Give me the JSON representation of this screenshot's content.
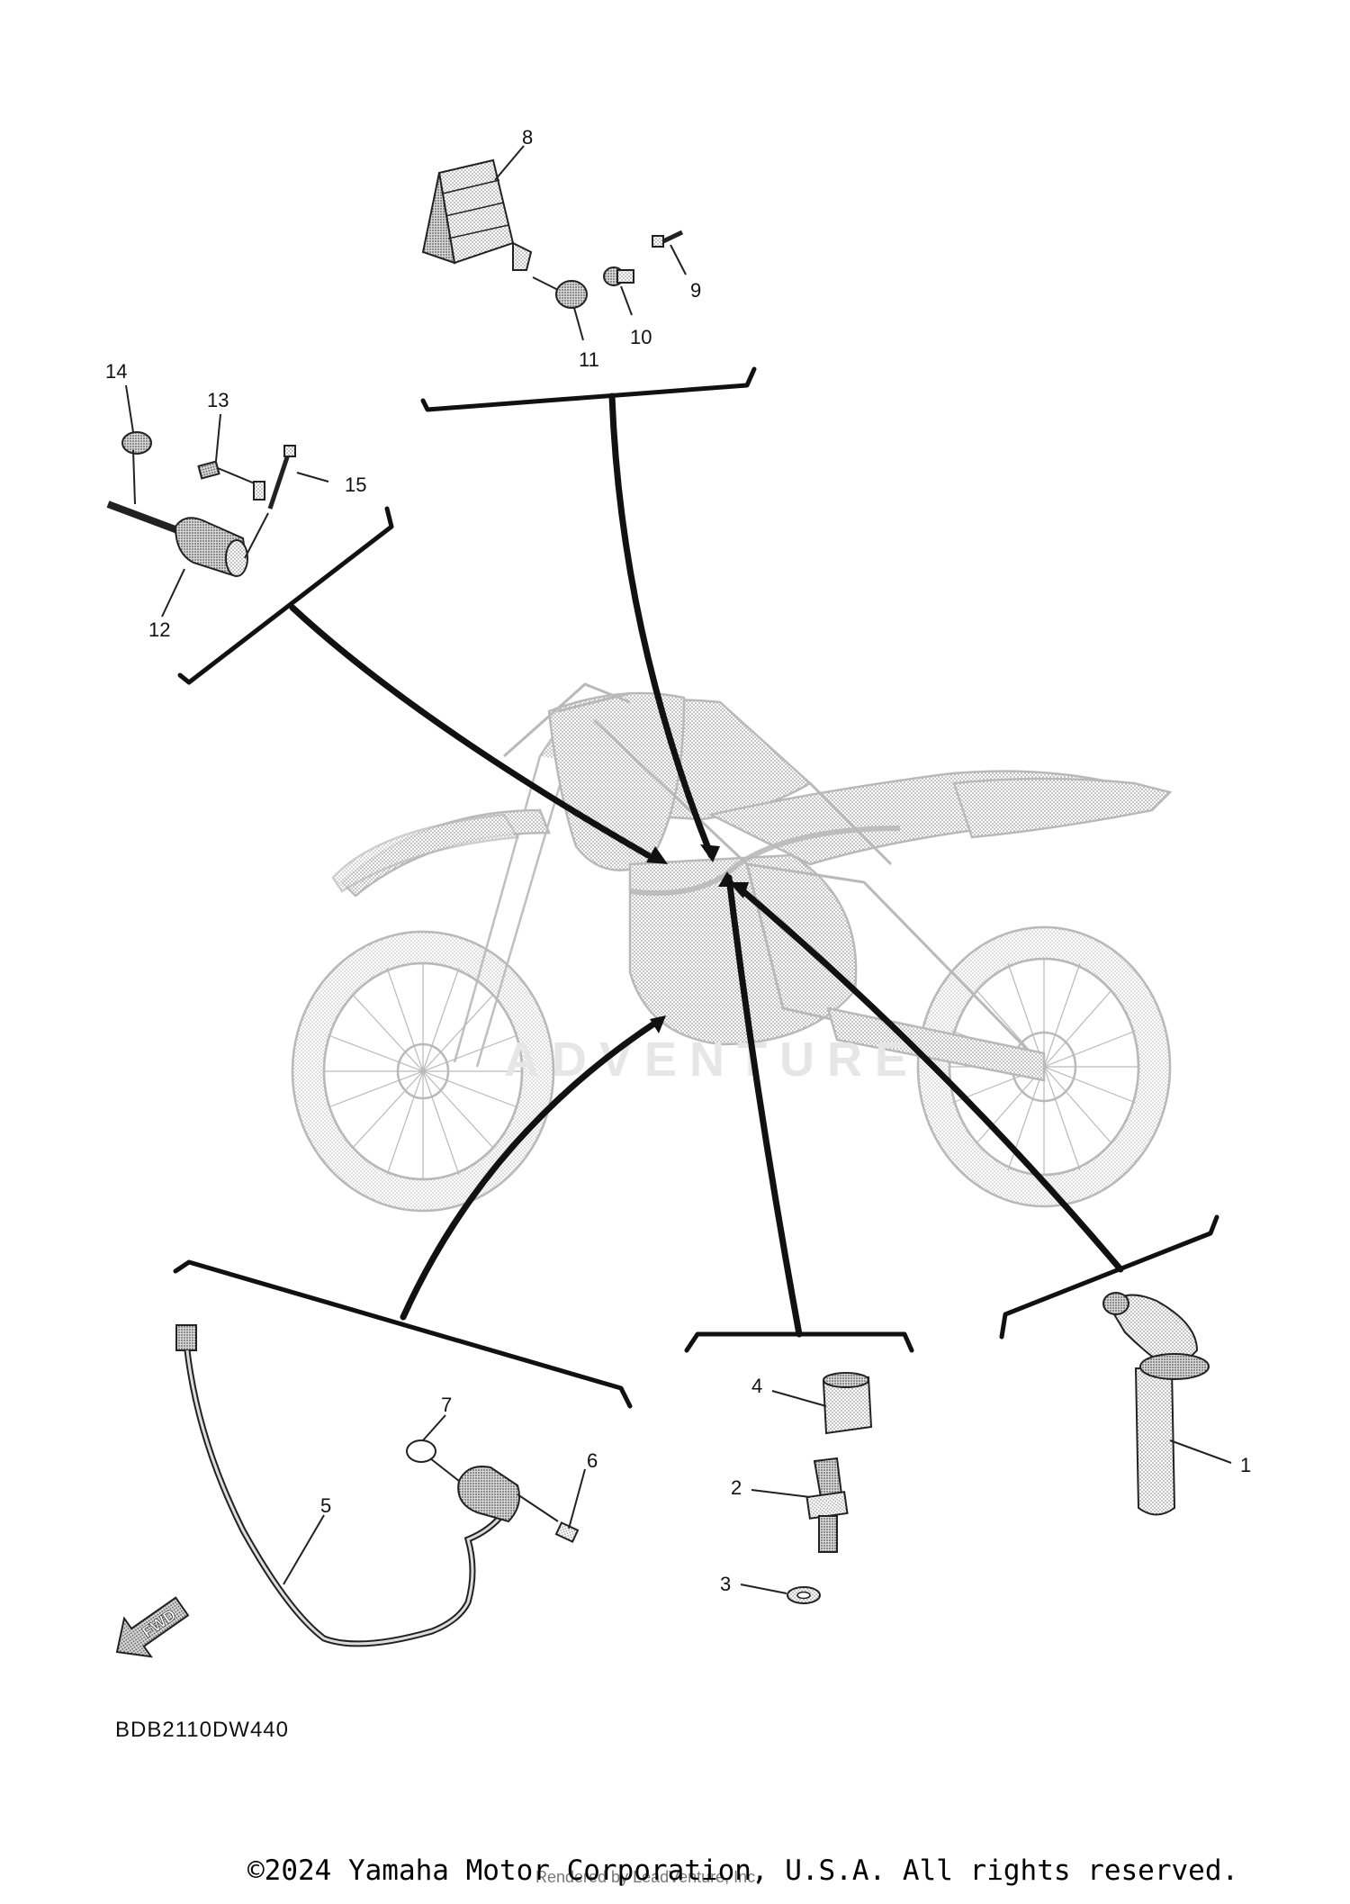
{
  "callouts": {
    "c1": "1",
    "c2": "2",
    "c3": "3",
    "c4": "4",
    "c5": "5",
    "c6": "6",
    "c7": "7",
    "c8": "8",
    "c9": "9",
    "c10": "10",
    "c11": "11",
    "c12": "12",
    "c13": "13",
    "c14": "14",
    "c15": "15"
  },
  "fwd_label": "FWD",
  "watermark": "ADVENTURE",
  "diagram_code": "BDB2110DW440",
  "copyright": "©2024 Yamaha Motor Corporation, U.S.A. All rights reserved.",
  "rendered_by": "Rendered by LeadVenture, Inc.",
  "icons": [
    "fwd-arrow-icon"
  ],
  "colors": {
    "line": "#111111",
    "motorcycle": "#b8b8b8",
    "part": "#9a9a9a"
  }
}
